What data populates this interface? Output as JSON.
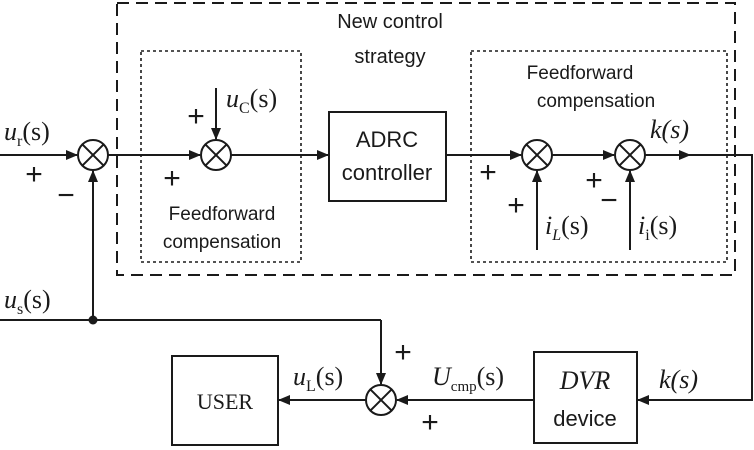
{
  "diagram": {
    "outer_title_line1": "New control",
    "outer_title_line2": "strategy",
    "left_comp_line1": "Feedforward",
    "left_comp_line2": "compensation",
    "right_comp_line1": "Feedforward",
    "right_comp_line2": "compensation",
    "adrc_line1": "ADRC",
    "adrc_line2": "controller",
    "user_label": "USER",
    "dvr_line1": "DVR",
    "dvr_line2": "device",
    "signals": {
      "ur_sym": "u",
      "ur_sub": "r",
      "ur_arg": "(s)",
      "uc_sym": "u",
      "uc_sub": "C",
      "uc_arg": "(s)",
      "us_sym": "u",
      "us_sub": "s",
      "us_arg": "(s)",
      "il_sym": "i",
      "il_sub": "L",
      "il_arg": "(s)",
      "ii_sym": "i",
      "ii_sub": "i",
      "ii_arg": "(s)",
      "k_top": "k(s)",
      "k_right": "k(s)",
      "ucmp_sym": "U",
      "ucmp_sub": "cmp",
      "ucmp_arg": "(s)",
      "ul_sym": "u",
      "ul_sub": "L",
      "ul_arg": "(s)"
    },
    "signs": {
      "plus": "+",
      "minus": "−"
    }
  }
}
